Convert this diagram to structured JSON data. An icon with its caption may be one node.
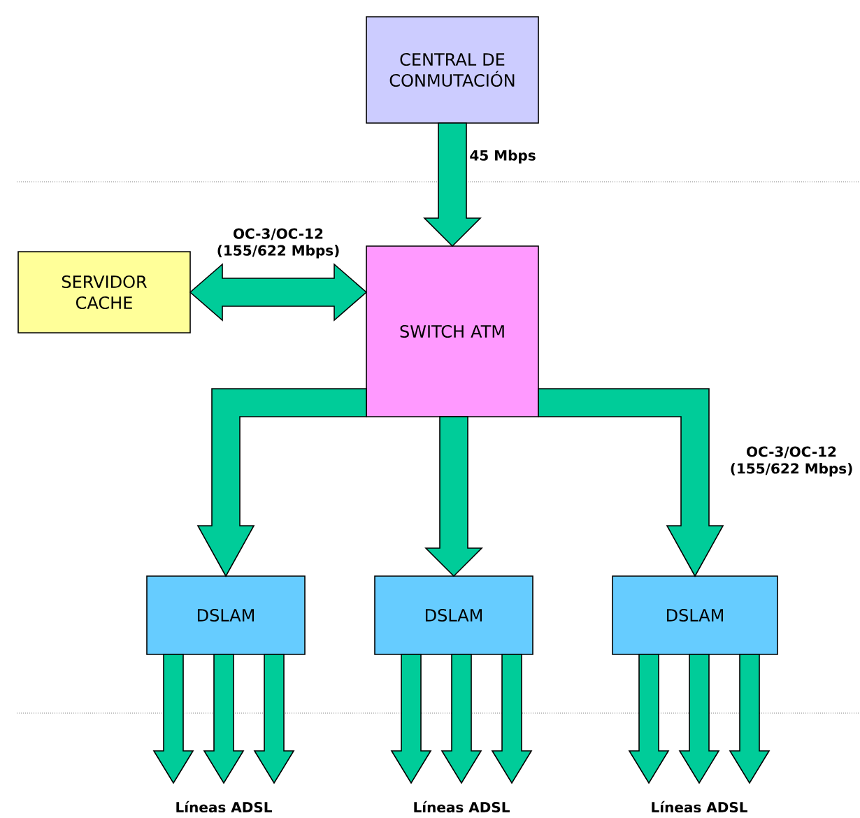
{
  "diagram": {
    "nodes": [
      {
        "text": [
          "CENTRAL DE CONMUTACIÓN"
        ]
      },
      {
        "text": [
          "SERVIDOR CACHE"
        ]
      },
      {
        "text": [
          "SWITCH ATM"
        ]
      },
      {
        "text": [
          "DSLAM"
        ]
      },
      {
        "text": [
          "DSLAM"
        ]
      },
      {
        "text": [
          "DSLAM"
        ]
      },
      {
        "text": [
          "Líneas ADSL"
        ]
      },
      {
        "text": [
          "Líneas ADSL"
        ]
      },
      {
        "text": [
          "Líneas ADSL"
        ]
      }
    ],
    "edges": [
      {
        "from": 0,
        "to": 2,
        "arrow": "to",
        "label": "45 Mbps"
      },
      {
        "from": 1,
        "to": 2,
        "arrow": "both",
        "label": "OC-3/OC-12 (155/622 Mbps)"
      },
      {
        "from": 2,
        "to": 3,
        "arrow": "to"
      },
      {
        "from": 2,
        "to": 4,
        "arrow": "to"
      },
      {
        "from": 2,
        "to": 5,
        "arrow": "to"
      },
      {
        "from": 3,
        "to": 6,
        "arrow": "to"
      },
      {
        "from": 3,
        "to": 6,
        "arrow": "to"
      },
      {
        "from": 3,
        "to": 6,
        "arrow": "to"
      },
      {
        "from": 4,
        "to": 7,
        "arrow": "to"
      },
      {
        "from": 4,
        "to": 7,
        "arrow": "to"
      },
      {
        "from": 4,
        "to": 7,
        "arrow": "to"
      },
      {
        "from": 5,
        "to": 8,
        "arrow": "to"
      },
      {
        "from": 5,
        "to": 8,
        "arrow": "to"
      },
      {
        "from": 5,
        "to": 8,
        "arrow": "to"
      }
    ],
    "labels": [
      "OC-3/OC-12 (155/622 Mbps)"
    ]
  }
}
